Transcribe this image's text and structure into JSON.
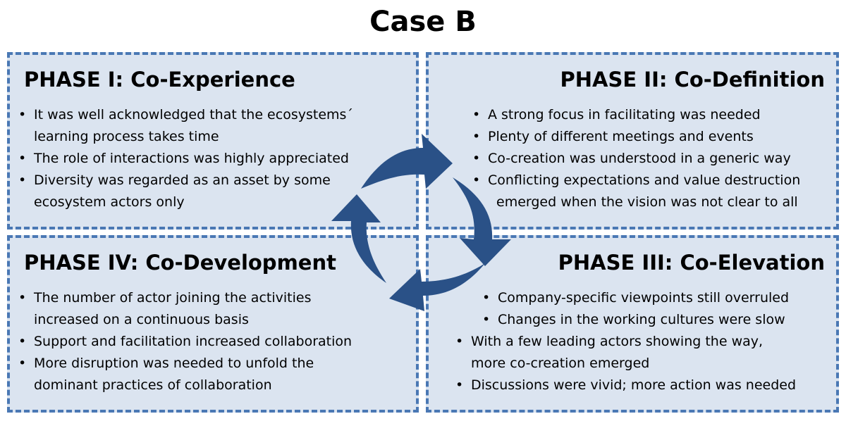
{
  "title": "Case B",
  "phases": {
    "p1": {
      "heading": "PHASE I: Co-Experience",
      "items": [
        "It was well acknowledged that the ecosystems´",
        "learning process takes time",
        "The role of interactions was highly appreciated",
        "Diversity was regarded as an asset by some",
        "ecosystem actors only"
      ]
    },
    "p2": {
      "heading": "PHASE II: Co-Definition",
      "items": [
        "A strong focus in facilitating was needed",
        "Plenty of different meetings and events",
        "Co-creation was understood in a generic way",
        "Conflicting expectations and value destruction",
        "emerged when the vision was not clear to all"
      ]
    },
    "p3": {
      "heading": "PHASE IV: Co-Development",
      "items": [
        "The number of actor joining the activities",
        "increased on a continuous basis",
        "Support and facilitation increased collaboration",
        "More disruption was needed to unfold the",
        "dominant practices of collaboration"
      ]
    },
    "p4": {
      "heading": "PHASE III: Co-Elevation",
      "items": [
        "Company-specific viewpoints still overruled",
        "Changes in the working cultures were slow",
        "With a few leading actors showing the way,",
        "more co-creation emerged",
        "Discussions were vivid; more action was needed"
      ]
    }
  },
  "arrow_color": "#2a5187"
}
